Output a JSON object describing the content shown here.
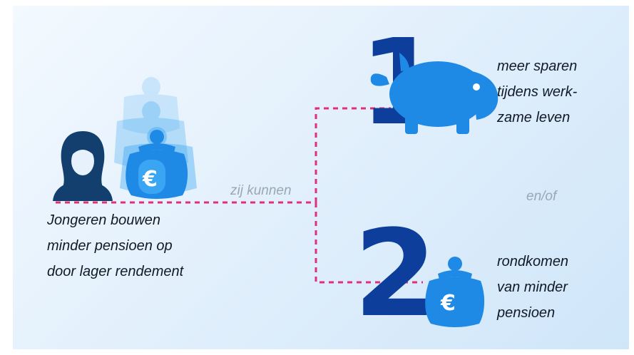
{
  "left_text": [
    "Jongeren bouwen",
    "minder pensioen op",
    "door lager rendement"
  ],
  "connector_label": "zij kunnen",
  "option1": {
    "number": "1",
    "lines": [
      "meer sparen",
      "tijdens werk-",
      "zame leven"
    ]
  },
  "or_label": "en/of",
  "option2": {
    "number": "2",
    "lines": [
      "rondkomen",
      "van minder",
      "pensioen"
    ]
  },
  "currency_symbol": "€",
  "icons": [
    "person-icon",
    "money-bag-icon",
    "piggy-bank-icon"
  ],
  "colors": {
    "dark_blue": "#0e3e9c",
    "mid_blue": "#1e8ae6",
    "light_blue": "#2fa2f2",
    "dash_pink": "#e0307a",
    "person": "#123f6e"
  }
}
